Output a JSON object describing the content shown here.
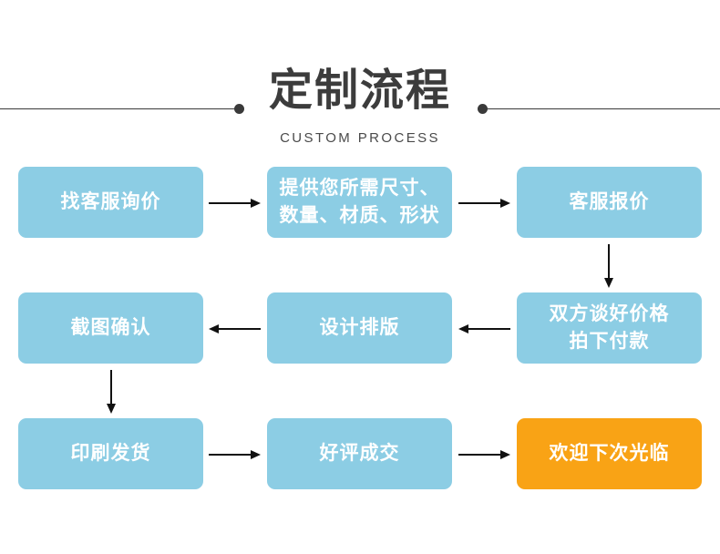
{
  "header": {
    "title": "定制流程",
    "subtitle": "CUSTOM PROCESS",
    "rule_color": "#3a3a3a",
    "dot_left_name": "rule-dot-left",
    "dot_right_name": "rule-dot-right"
  },
  "colors": {
    "node_blue": "#8ccde4",
    "node_orange": "#f9a315",
    "node_text": "#ffffff",
    "arrow": "#111111",
    "background": "#ffffff",
    "title_text": "#3c3c3c"
  },
  "flow": {
    "type": "flowchart",
    "layout": "3x3 serpentine grid",
    "nodes": [
      {
        "id": "n1",
        "label_line1": "找客服询价",
        "label_line2": "",
        "color": "blue",
        "row": 1,
        "col": 1
      },
      {
        "id": "n2",
        "label_line1": "提供您所需尺寸、",
        "label_line2": "数量、材质、形状",
        "color": "blue",
        "row": 1,
        "col": 2
      },
      {
        "id": "n3",
        "label_line1": "客服报价",
        "label_line2": "",
        "color": "blue",
        "row": 1,
        "col": 3
      },
      {
        "id": "n4",
        "label_line1": "截图确认",
        "label_line2": "",
        "color": "blue",
        "row": 2,
        "col": 1
      },
      {
        "id": "n5",
        "label_line1": "设计排版",
        "label_line2": "",
        "color": "blue",
        "row": 2,
        "col": 2
      },
      {
        "id": "n6",
        "label_line1": "双方谈好价格",
        "label_line2": "拍下付款",
        "color": "blue",
        "row": 2,
        "col": 3
      },
      {
        "id": "n7",
        "label_line1": "印刷发货",
        "label_line2": "",
        "color": "blue",
        "row": 3,
        "col": 1
      },
      {
        "id": "n8",
        "label_line1": "好评成交",
        "label_line2": "",
        "color": "blue",
        "row": 3,
        "col": 2
      },
      {
        "id": "n9",
        "label_line1": "欢迎下次光临",
        "label_line2": "",
        "color": "orange",
        "row": 3,
        "col": 3
      }
    ],
    "edges": [
      {
        "from": "n1",
        "to": "n2",
        "direction": "right"
      },
      {
        "from": "n2",
        "to": "n3",
        "direction": "right"
      },
      {
        "from": "n3",
        "to": "n6",
        "direction": "down"
      },
      {
        "from": "n6",
        "to": "n5",
        "direction": "left"
      },
      {
        "from": "n5",
        "to": "n4",
        "direction": "left"
      },
      {
        "from": "n4",
        "to": "n7",
        "direction": "down"
      },
      {
        "from": "n7",
        "to": "n8",
        "direction": "right"
      },
      {
        "from": "n8",
        "to": "n9",
        "direction": "right"
      }
    ]
  }
}
